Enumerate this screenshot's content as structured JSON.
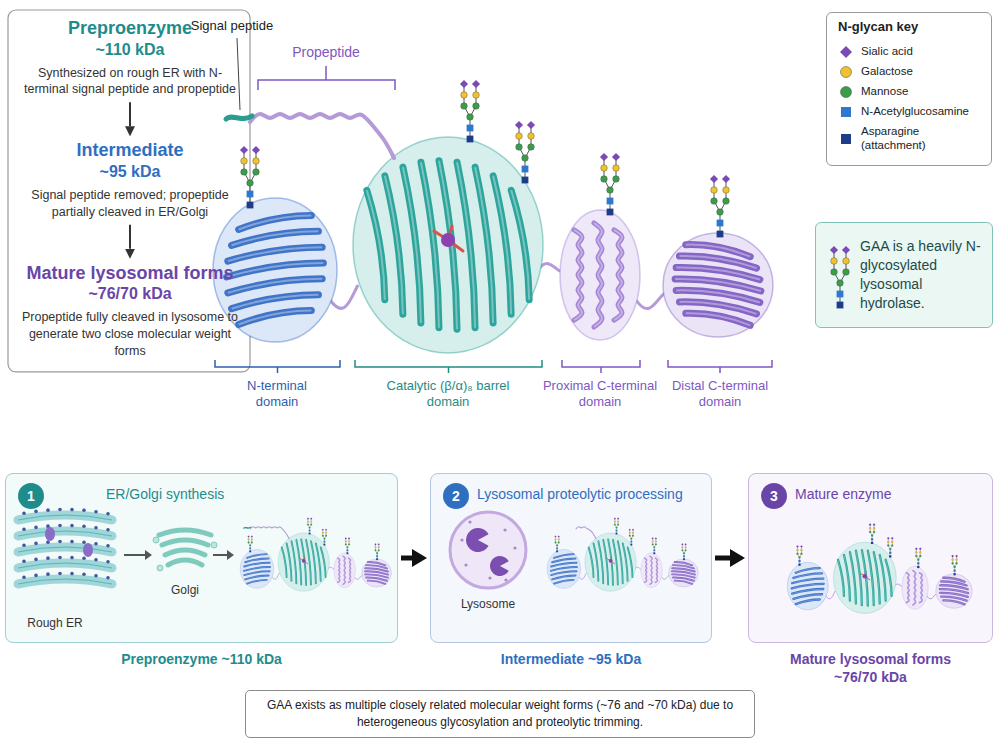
{
  "diagram": {
    "nodes": [
      {
        "text": [
          "Preproenzyme",
          "~110 kDa",
          "Synthesized on rough ER with N-terminal signal peptide and propeptide"
        ]
      },
      {
        "text": [
          "Intermediate",
          "~95 kDa",
          "Signal peptide removed; propeptide partially cleaved in ER/Golgi"
        ]
      },
      {
        "text": [
          "Mature lysosomal forms",
          "~76/70 kDa",
          "Propeptide fully cleaved in lysosome to generate two close molecular weight forms"
        ]
      },
      {
        "text": [
          "GAA is a heavily N-glycosylated lysosomal hydrolase."
        ]
      },
      {
        "text": [
          "ER/Golgi synthesis",
          "Preproenzyme ~110 kDa"
        ]
      },
      {
        "text": [
          "1"
        ],
        "in": 4
      },
      {
        "text": [
          "Lysosomal proteolytic processing",
          "Intermediate ~95 kDa"
        ]
      },
      {
        "text": [
          "2"
        ],
        "in": 6
      },
      {
        "text": [
          "Mature enzyme",
          "Mature lysosomal forms ~76/70 kDa"
        ]
      },
      {
        "text": [
          "3"
        ],
        "in": 8
      },
      {
        "text": [
          "GAA exists as multiple closely related molecular weight forms (~76 and ~70 kDa) due to heterogeneous glycosylation and proteolytic trimming."
        ]
      }
    ],
    "edges": [
      {
        "from": 0,
        "to": 1,
        "arrow": "to"
      },
      {
        "from": 1,
        "to": 2,
        "arrow": "to"
      },
      {
        "from": 4,
        "to": 6,
        "arrow": "to"
      },
      {
        "from": 6,
        "to": 8,
        "arrow": "to"
      }
    ],
    "labels": [
      "Signal peptide",
      "Propeptide",
      "N-terminal domain",
      "Catalytic (β/α)₈ barrel domain",
      "Proximal C-terminal domain",
      "Distal C-terminal domain",
      "N-glycan key",
      "Rough ER",
      "Golgi",
      "Lysosome"
    ],
    "legend": [
      {
        "text": "Sialic acid",
        "color": "#7b4bb5"
      },
      {
        "text": "Galactose",
        "color": "#f2c12e"
      },
      {
        "text": "Mannose",
        "color": "#3a9e48"
      },
      {
        "text": "N-Acetylglucosamine",
        "color": "#2f78d0"
      },
      {
        "text": "Asparagine (attachment)",
        "color": "#1d3c8a"
      }
    ]
  }
}
